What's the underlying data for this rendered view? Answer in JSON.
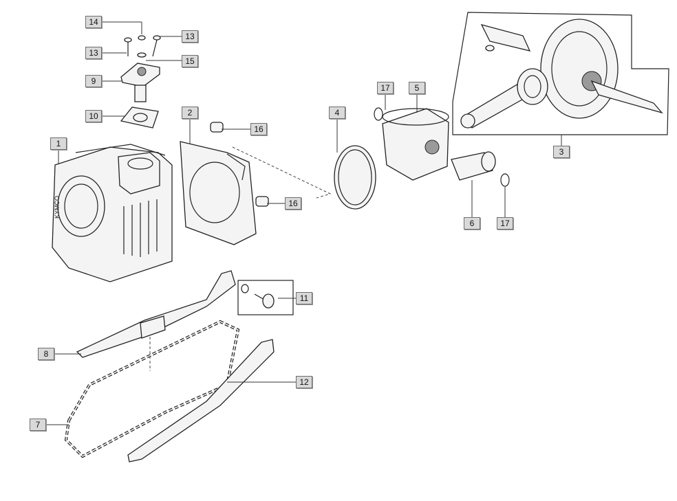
{
  "diagram": {
    "brand_mark": "KYMCO",
    "callouts": [
      {
        "id": "c14a",
        "label": "14"
      },
      {
        "id": "c13a",
        "label": "13"
      },
      {
        "id": "c13b",
        "label": "13"
      },
      {
        "id": "c15",
        "label": "15"
      },
      {
        "id": "c9",
        "label": "9"
      },
      {
        "id": "c10",
        "label": "10"
      },
      {
        "id": "c2",
        "label": "2"
      },
      {
        "id": "c16a",
        "label": "16"
      },
      {
        "id": "c16b",
        "label": "16"
      },
      {
        "id": "c1",
        "label": "1"
      },
      {
        "id": "c4",
        "label": "4"
      },
      {
        "id": "c17a",
        "label": "17"
      },
      {
        "id": "c5",
        "label": "5"
      },
      {
        "id": "c3",
        "label": "3"
      },
      {
        "id": "c6",
        "label": "6"
      },
      {
        "id": "c17b",
        "label": "17"
      },
      {
        "id": "c11",
        "label": "11"
      },
      {
        "id": "c8",
        "label": "8"
      },
      {
        "id": "c12",
        "label": "12"
      },
      {
        "id": "c7",
        "label": "7"
      }
    ]
  }
}
